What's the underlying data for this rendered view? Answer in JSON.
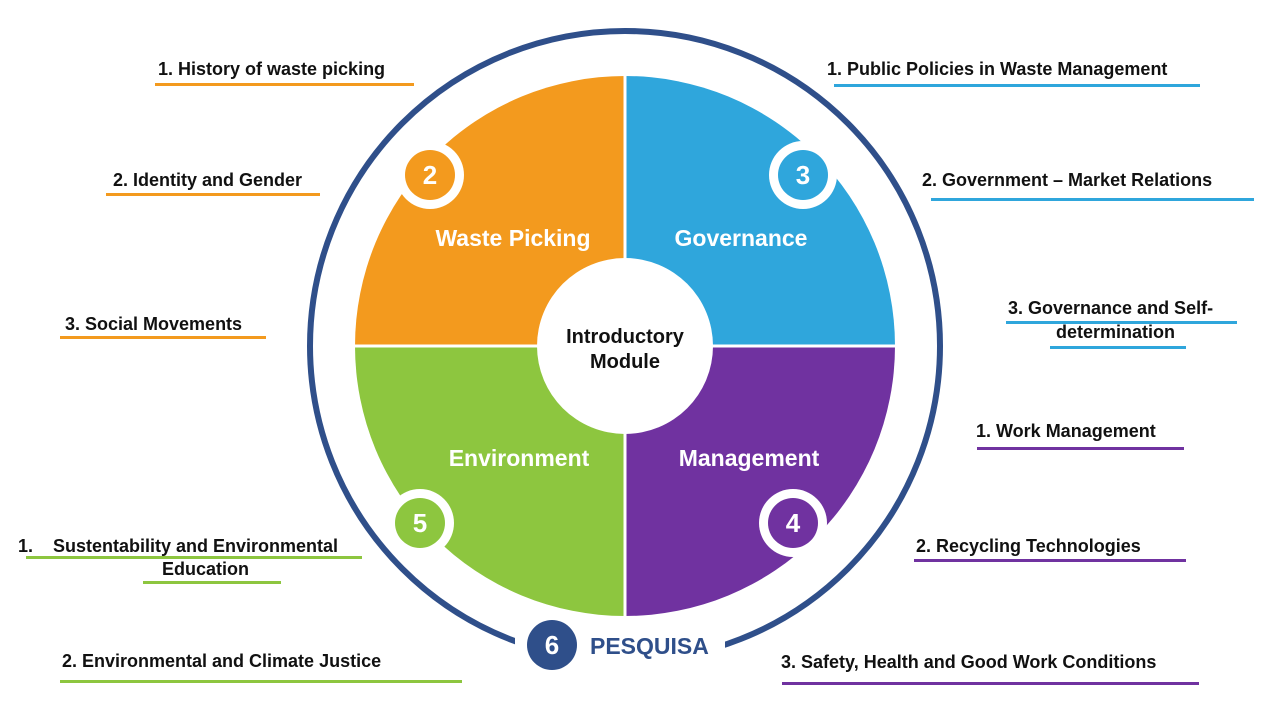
{
  "center": {
    "line1": "Introductory",
    "line2": "Module"
  },
  "quadrants": [
    {
      "number": "2",
      "title": "Waste Picking",
      "color": "#f39a1e"
    },
    {
      "number": "3",
      "title": "Governance",
      "color": "#2fa6dc"
    },
    {
      "number": "4",
      "title": "Management",
      "color": "#7032a0"
    },
    {
      "number": "5",
      "title": "Environment",
      "color": "#8dc63f"
    }
  ],
  "research": {
    "number": "6",
    "label": "PESQUISA",
    "ring_color": "#2f4f8a"
  },
  "topics": {
    "waste_picking": [
      "1. History of waste picking",
      "2. Identity and Gender",
      "3. Social Movements"
    ],
    "governance": [
      "1. Public Policies in Waste Management",
      "2. Government – Market Relations",
      "3. Governance and Self-",
      "determination"
    ],
    "management": [
      "1. Work Management",
      "2. Recycling Technologies",
      "3. Safety, Health and Good Work Conditions"
    ],
    "environment": [
      "1.    Sustentability and Environmental",
      "Education",
      "2. Environmental and Climate Justice"
    ]
  }
}
